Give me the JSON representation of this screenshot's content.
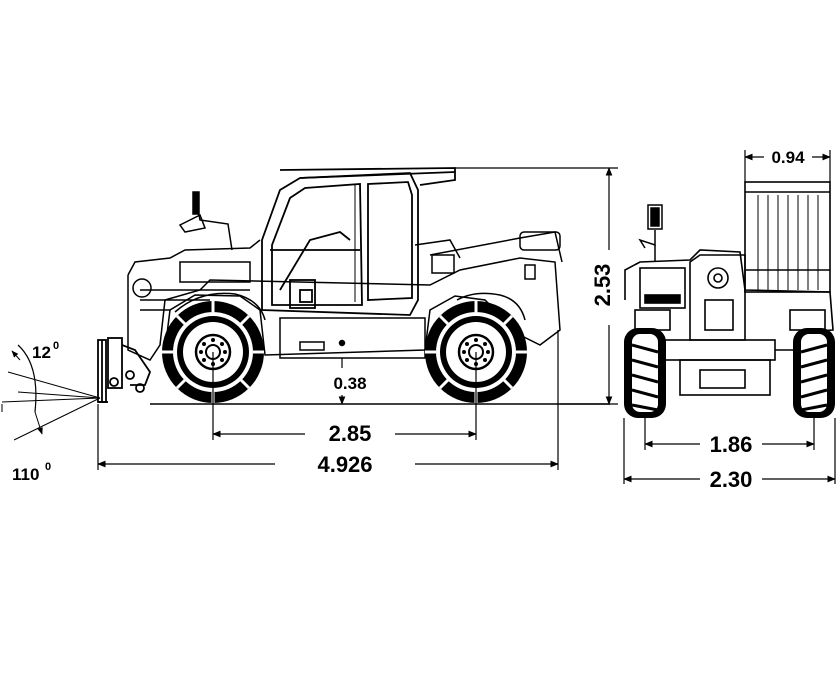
{
  "dimensions": {
    "overall_length": "4.926",
    "wheelbase": "2.85",
    "ground_clearance": "0.38",
    "overall_height": "2.53",
    "cab_width": "0.94",
    "track_width": "1.86",
    "overall_width": "2.30"
  },
  "angles": {
    "fork_tilt_up": "12",
    "fork_tilt_down": "110",
    "degree_mark": "0"
  }
}
